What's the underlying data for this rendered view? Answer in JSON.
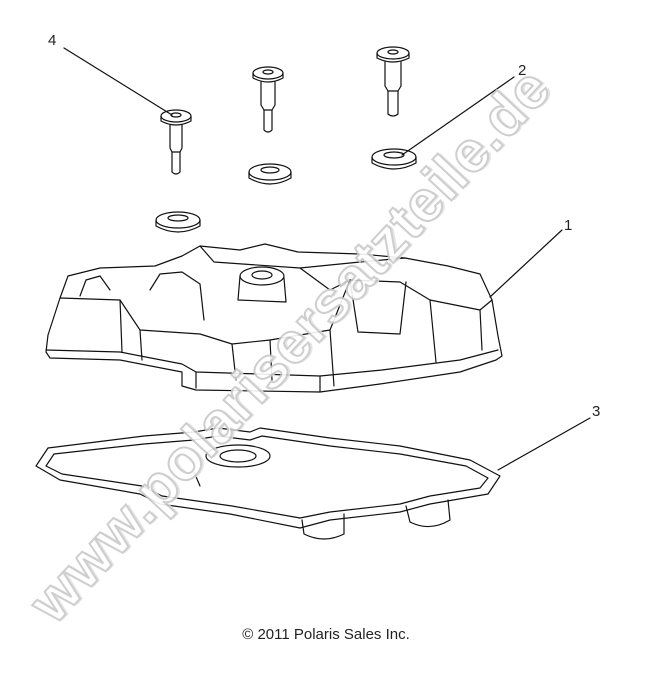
{
  "callouts": {
    "c1": "1",
    "c2": "2",
    "c3": "3",
    "c4": "4"
  },
  "copyright": "© 2011 Polaris Sales Inc.",
  "watermark": "www.polarisersatzteile.de",
  "colors": {
    "line": "#111111",
    "watermark_outline": "#c9c9c9"
  }
}
